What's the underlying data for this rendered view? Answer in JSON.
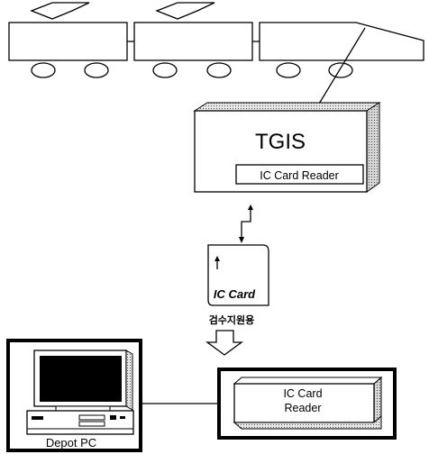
{
  "tgis": {
    "title": "TGIS",
    "reader_label": "IC Card Reader"
  },
  "ic_card": {
    "label": "IC Card",
    "caption": "검수지원용"
  },
  "depot": {
    "reader_line1": "IC Card",
    "reader_line2": "Reader",
    "pc_label": "Depot PC"
  }
}
